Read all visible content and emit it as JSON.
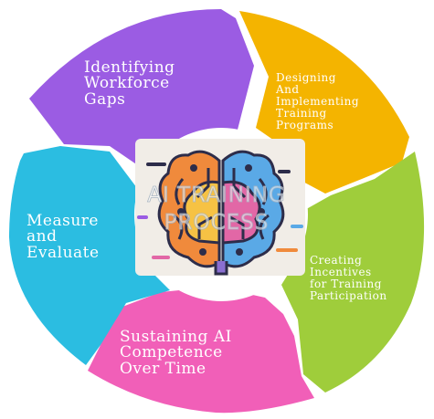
{
  "center": {
    "title_line1": "AI TRAINING",
    "title_line2": "PROCESS",
    "icon": "brain-icon"
  },
  "segments": [
    {
      "label": "Identifying\nWorkforce\nGaps",
      "color": "#9b5ce3"
    },
    {
      "label": "Designing\nAnd\nImplementing\nTraining\nPrograms",
      "color": "#f4b400"
    },
    {
      "label": "Creating\nIncentives\nfor Training\nParticipation",
      "color": "#9fcd3b"
    },
    {
      "label": "Sustaining AI\nCompetence\nOver Time",
      "color": "#f15fb8"
    },
    {
      "label": "Measure\nand\nEvaluate",
      "color": "#2bbde1"
    }
  ]
}
